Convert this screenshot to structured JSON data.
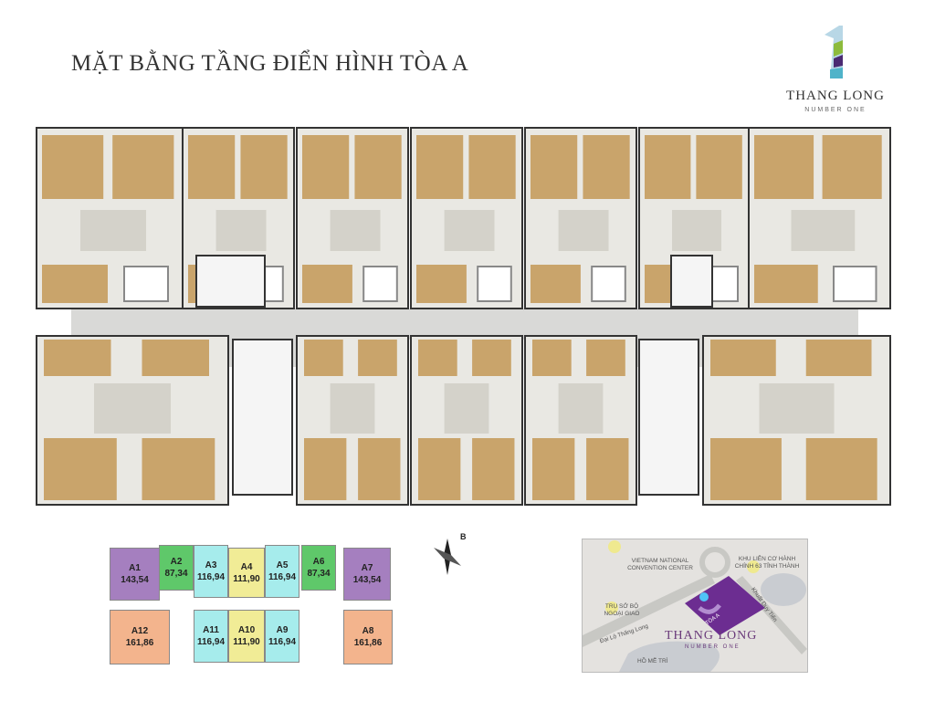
{
  "title": "MẶT BẰNG TẦNG ĐIỂN HÌNH TÒA A",
  "logo": {
    "mark": "1",
    "brand": "THANG LONG",
    "subtitle": "NUMBER ONE"
  },
  "compass": {
    "label": "B"
  },
  "colors": {
    "purple": "#a57fbf",
    "green": "#5fc86a",
    "cyan": "#a6ecec",
    "yellow": "#f1ec96",
    "orange": "#f3b48d",
    "room": "#c9a46b",
    "floor": "#e9e8e3",
    "corridor": "#d9d9d7"
  },
  "unit_key": {
    "top": [
      {
        "name": "A1",
        "area": "143,54",
        "color": "purple"
      },
      {
        "name": "A2",
        "area": "87,34",
        "color": "green"
      },
      {
        "name": "A3",
        "area": "116,94",
        "color": "cyan"
      },
      {
        "name": "A4",
        "area": "111,90",
        "color": "yellow"
      },
      {
        "name": "A5",
        "area": "116,94",
        "color": "cyan"
      },
      {
        "name": "A6",
        "area": "87,34",
        "color": "green"
      },
      {
        "name": "A7",
        "area": "143,54",
        "color": "purple"
      }
    ],
    "bottom": [
      {
        "name": "A12",
        "area": "161,86",
        "color": "orange"
      },
      {
        "name": "A11",
        "area": "116,94",
        "color": "cyan"
      },
      {
        "name": "A10",
        "area": "111,90",
        "color": "yellow"
      },
      {
        "name": "A9",
        "area": "116,94",
        "color": "cyan"
      },
      {
        "name": "A8",
        "area": "161,86",
        "color": "orange"
      }
    ]
  },
  "map": {
    "labels": {
      "convention": "VIETNAM NATIONAL CONVENTION CENTER",
      "khu_lien": "KHU LIÊN CƠ HÀNH CHÍNH 63 TỈNH THÀNH",
      "tru_so": "TRỤ SỞ BỘ NGOẠI GIAO",
      "khuat_duy_tien": "Khuất Duy Tiến",
      "dai_lo": "Đại Lộ Thăng Long",
      "ho_me_tri": "HỒ MỄ TRÌ",
      "toa": "TÒA A"
    },
    "brand": "THANG LONG",
    "subtitle": "NUMBER ONE"
  }
}
